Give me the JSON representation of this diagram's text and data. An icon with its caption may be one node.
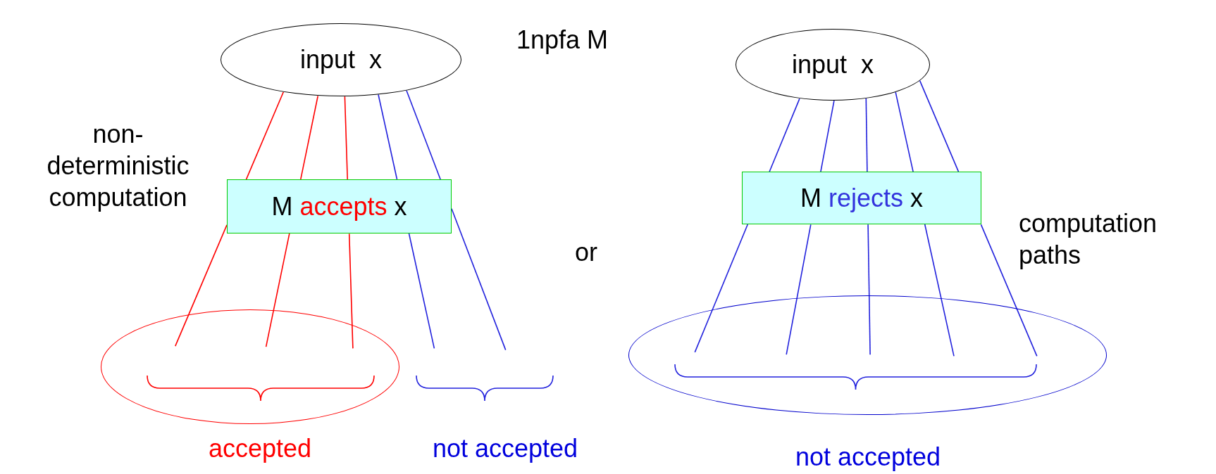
{
  "diagram": {
    "nodes": [
      {
        "text": [
          "input  x"
        ]
      },
      {
        "text": [
          "M accepts x"
        ]
      },
      {
        "text": [],
        "shape": "ellipse"
      },
      {
        "text": [
          "input  x"
        ]
      },
      {
        "text": [
          "M rejects x"
        ]
      },
      {
        "text": [],
        "shape": "ellipse"
      }
    ],
    "edges": [
      {
        "from": 0,
        "to": 1,
        "arrow": "none",
        "color": "#ff0000"
      },
      {
        "from": 1,
        "to": 2,
        "arrow": "none",
        "color": "#ff0000"
      },
      {
        "from": 0,
        "to": 1,
        "arrow": "none",
        "color": "#ff0000"
      },
      {
        "from": 1,
        "to": 2,
        "arrow": "none",
        "color": "#ff0000"
      },
      {
        "from": 0,
        "to": 1,
        "arrow": "none",
        "color": "#ff0000"
      },
      {
        "from": 1,
        "to": 2,
        "arrow": "none",
        "color": "#ff0000"
      },
      {
        "from": 0,
        "to": 1,
        "arrow": "none"
      },
      {
        "from": 1,
        "to": null,
        "arrow": "none"
      },
      {
        "from": 0,
        "to": 1,
        "arrow": "none"
      },
      {
        "from": 1,
        "to": null,
        "arrow": "none"
      },
      {
        "from": 3,
        "to": 4,
        "arrow": "none"
      },
      {
        "from": 4,
        "to": 5,
        "arrow": "none"
      },
      {
        "from": 3,
        "to": 4,
        "arrow": "none"
      },
      {
        "from": 4,
        "to": 5,
        "arrow": "none"
      },
      {
        "from": 3,
        "to": 4,
        "arrow": "none"
      },
      {
        "from": 4,
        "to": 5,
        "arrow": "none"
      },
      {
        "from": 3,
        "to": 4,
        "arrow": "none"
      },
      {
        "from": 4,
        "to": 5,
        "arrow": "none"
      },
      {
        "from": 3,
        "to": 4,
        "arrow": "none"
      },
      {
        "from": 4,
        "to": 5,
        "arrow": "none"
      }
    ],
    "labels": [
      "1npfa M",
      "non- deterministic computation",
      "or",
      "computation paths",
      "accepted",
      "not accepted",
      "not accepted"
    ]
  }
}
